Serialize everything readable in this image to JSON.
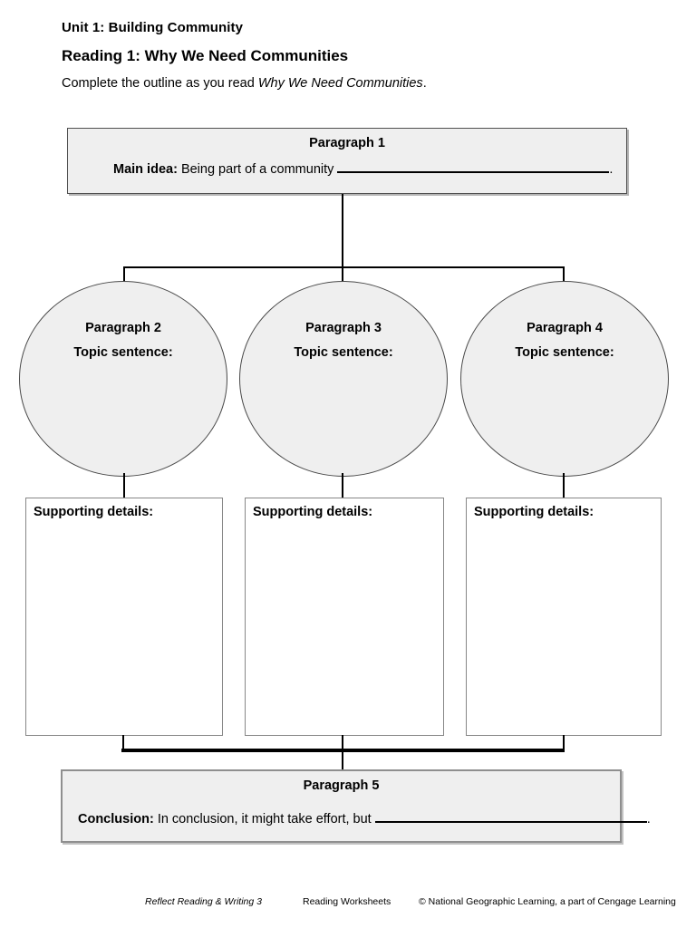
{
  "header": {
    "unit_title": "Unit 1: Building Community",
    "reading_title": "Reading 1: Why We Need Communities",
    "instructions_prefix": "Complete the outline as you read ",
    "instructions_reading_name": "Why We Need Communities",
    "instructions_suffix": "."
  },
  "outline": {
    "paragraph1": {
      "title": "Paragraph 1",
      "label": "Main idea:",
      "prompt": "Being part of a community",
      "after_blank": "."
    },
    "circles": [
      {
        "title": "Paragraph 2",
        "label": "Topic sentence:"
      },
      {
        "title": "Paragraph 3",
        "label": "Topic sentence:"
      },
      {
        "title": "Paragraph 4",
        "label": "Topic sentence:"
      }
    ],
    "detail_boxes": [
      {
        "label": "Supporting details:"
      },
      {
        "label": "Supporting details:"
      },
      {
        "label": "Supporting details:"
      }
    ],
    "paragraph5": {
      "title": "Paragraph 5",
      "label": "Conclusion:",
      "prompt": "In conclusion, it might take effort, but",
      "after_blank": "."
    }
  },
  "footer": {
    "book": "Reflect Reading & Writing 3",
    "section": "Reading Worksheets",
    "copyright": "© National Geographic Learning, a part of Cengage Learning"
  },
  "colors": {
    "shape_fill": "#efefef",
    "shape_border": "#4a4a4a",
    "gray_border": "#8f8f8f",
    "line_color": "#000000"
  }
}
